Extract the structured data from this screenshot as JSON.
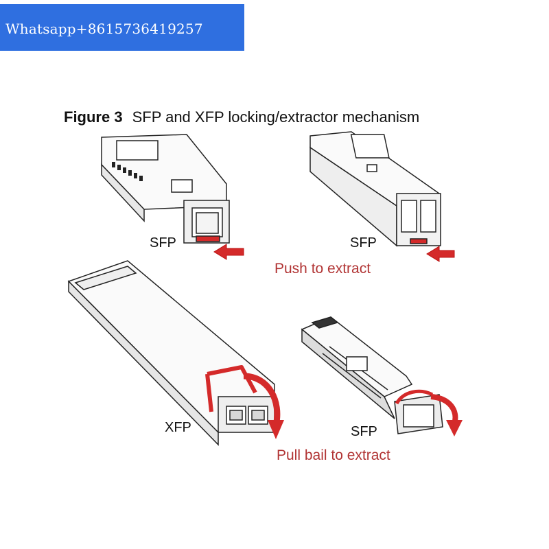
{
  "banner": {
    "text": "Whatsapp+8615736419257"
  },
  "figure": {
    "number": "Figure 3",
    "title": "SFP and XFP locking/extractor mechanism"
  },
  "labels": {
    "sfp_top_left": "SFP",
    "sfp_top_right": "SFP",
    "xfp": "XFP",
    "sfp_bottom_right": "SFP"
  },
  "captions": {
    "push": "Push to extract",
    "pull": "Pull bail to extract"
  },
  "colors": {
    "banner": "#2f6fe0",
    "accent_red": "#d42a2a",
    "caption_red": "#b13333"
  }
}
